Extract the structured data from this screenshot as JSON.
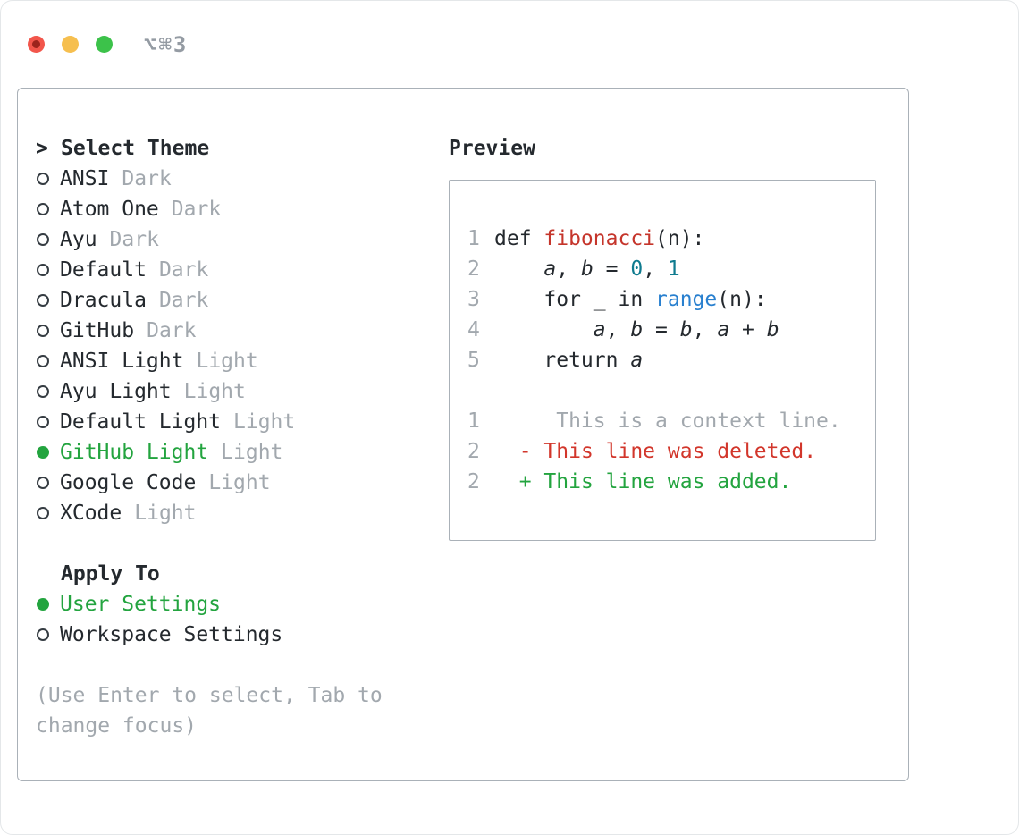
{
  "window": {
    "shortcut": "⌥⌘3"
  },
  "colors": {
    "ink": "#24292e",
    "gray": "#a2a8ae",
    "green": "#23a43f",
    "code_red": "#c5352b",
    "diff_red": "#d2362b",
    "teal": "#0f7b8f",
    "blue": "#2980cf",
    "border": "#aab1b8"
  },
  "theme_picker": {
    "title_prefix": ">",
    "title": "Select Theme",
    "items": [
      {
        "name": "ANSI",
        "variant": "Dark",
        "selected": false
      },
      {
        "name": "Atom One",
        "variant": "Dark",
        "selected": false
      },
      {
        "name": "Ayu",
        "variant": "Dark",
        "selected": false
      },
      {
        "name": "Default",
        "variant": "Dark",
        "selected": false
      },
      {
        "name": "Dracula",
        "variant": "Dark",
        "selected": false
      },
      {
        "name": "GitHub",
        "variant": "Dark",
        "selected": false
      },
      {
        "name": "ANSI Light",
        "variant": "Light",
        "selected": false
      },
      {
        "name": "Ayu Light",
        "variant": "Light",
        "selected": false
      },
      {
        "name": "Default Light",
        "variant": "Light",
        "selected": false
      },
      {
        "name": "GitHub Light",
        "variant": "Light",
        "selected": true
      },
      {
        "name": "Google Code",
        "variant": "Light",
        "selected": false
      },
      {
        "name": "XCode",
        "variant": "Light",
        "selected": false
      }
    ]
  },
  "apply_to": {
    "title": "Apply To",
    "options": [
      {
        "label": "User Settings",
        "selected": true
      },
      {
        "label": "Workspace Settings",
        "selected": false
      }
    ]
  },
  "hint": "(Use Enter to select, Tab to change focus)",
  "preview": {
    "title": "Preview",
    "code": [
      {
        "num": "1",
        "segments": [
          {
            "t": "def "
          },
          {
            "t": "fibonacci",
            "c": "code_red"
          },
          {
            "t": "(n):"
          }
        ]
      },
      {
        "num": "2",
        "segments": [
          {
            "t": "    "
          },
          {
            "t": "a",
            "i": true
          },
          {
            "t": ", "
          },
          {
            "t": "b",
            "i": true
          },
          {
            "t": " = "
          },
          {
            "t": "0",
            "c": "teal"
          },
          {
            "t": ", "
          },
          {
            "t": "1",
            "c": "teal"
          }
        ]
      },
      {
        "num": "3",
        "segments": [
          {
            "t": "    for _ in "
          },
          {
            "t": "range",
            "c": "blue"
          },
          {
            "t": "(n):"
          }
        ]
      },
      {
        "num": "4",
        "segments": [
          {
            "t": "        "
          },
          {
            "t": "a",
            "i": true
          },
          {
            "t": ", "
          },
          {
            "t": "b",
            "i": true
          },
          {
            "t": " = "
          },
          {
            "t": "b",
            "i": true
          },
          {
            "t": ", "
          },
          {
            "t": "a",
            "i": true
          },
          {
            "t": " + "
          },
          {
            "t": "b",
            "i": true
          }
        ]
      },
      {
        "num": "5",
        "segments": [
          {
            "t": "    return "
          },
          {
            "t": "a",
            "i": true
          }
        ]
      }
    ],
    "diff": [
      {
        "num": "1",
        "segments": [
          {
            "t": "     This is a context line.",
            "c": "gray"
          }
        ]
      },
      {
        "num": "2",
        "segments": [
          {
            "t": "  "
          },
          {
            "t": "- This line was deleted.",
            "c": "diff_red"
          }
        ]
      },
      {
        "num": "2",
        "segments": [
          {
            "t": "  "
          },
          {
            "t": "+ This line was added.",
            "c": "green"
          }
        ]
      }
    ]
  }
}
